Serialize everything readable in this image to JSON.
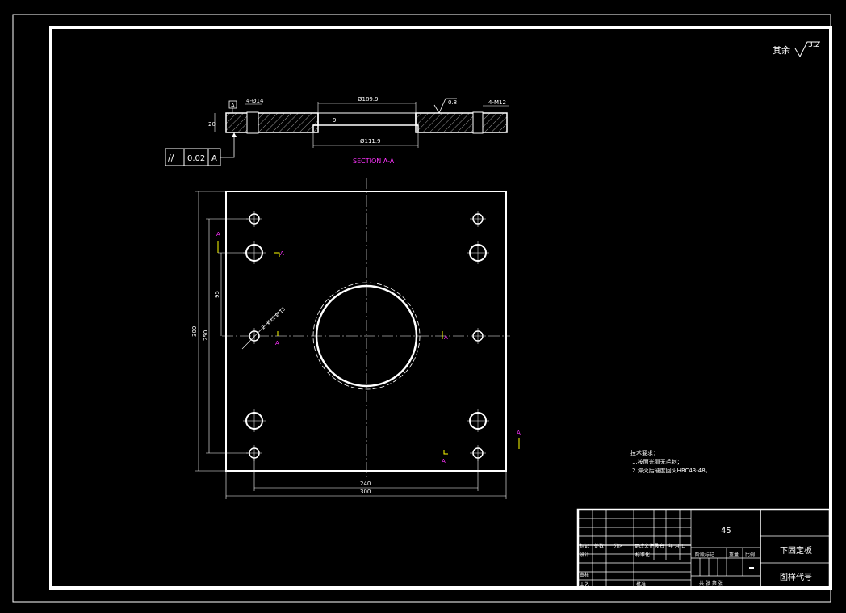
{
  "roughness": {
    "label": "其余",
    "value": "3.2"
  },
  "section": {
    "title": "SECTION A-A",
    "datum": "A",
    "thickness": "20",
    "hole_left": "4-Ø14",
    "hole_right": "4-M12",
    "dia_top": "Ø189.9",
    "dia_bottom": "Ø111.9",
    "depth": "9",
    "surface": "0.8",
    "tolerance": {
      "symbol": "//",
      "value": "0.02",
      "datum": "A"
    }
  },
  "plan": {
    "cut_label": "A",
    "dim_overall_h": "300",
    "dim_inner_h": "250",
    "dim_half": "95",
    "dim_overall_w": "300",
    "dim_inner_w": "240",
    "hole_note": "2×Ø12 Ø 13"
  },
  "notes": {
    "heading": "技术要求：",
    "line1": "1.按面光滑无毛刺；",
    "line2": "2.淬火后硬度回火HRC43-48。"
  },
  "title_block": {
    "material": "45",
    "part_name": "下固定板",
    "drawing_no": "图样代号",
    "row_labels": [
      "标记",
      "处数",
      "分区",
      "更改文件号",
      "签名",
      "年 月 日"
    ],
    "design": "设计",
    "standard": "标准化",
    "review": "审核",
    "craft": "工艺",
    "approve": "批准",
    "stage": "阶段标记",
    "weight": "重量",
    "scale": "比例",
    "sheets": "共 张 第 张"
  }
}
